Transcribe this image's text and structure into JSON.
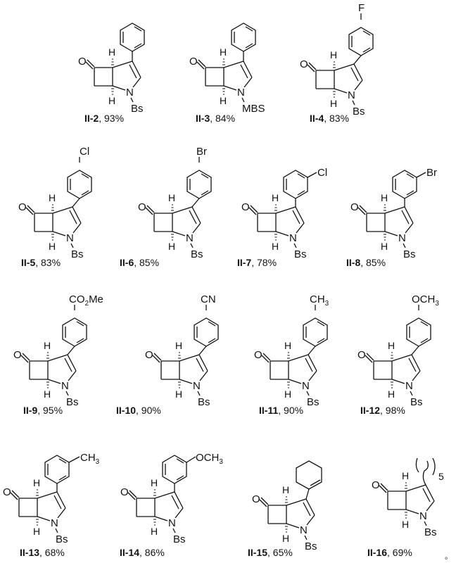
{
  "figure": {
    "core": {
      "ketone_atom": "O",
      "ring_fusion_h": "H",
      "nitrogen": "N",
      "n_protecting_group_default": "Bs"
    },
    "compounds": [
      {
        "id": "II-2",
        "yield": "93%",
        "substituent": "phenyl",
        "substituent_label": "",
        "n_group": "Bs"
      },
      {
        "id": "II-3",
        "yield": "84%",
        "substituent": "phenyl",
        "substituent_label": "",
        "n_group": "MBS"
      },
      {
        "id": "II-4",
        "yield": "83%",
        "substituent": "4-fluorophenyl",
        "substituent_label": "F",
        "n_group": "Bs"
      },
      {
        "id": "II-5",
        "yield": "83%",
        "substituent": "4-chlorophenyl",
        "substituent_label": "Cl",
        "n_group": "Bs"
      },
      {
        "id": "II-6",
        "yield": "85%",
        "substituent": "4-bromophenyl",
        "substituent_label": "Br",
        "n_group": "Bs"
      },
      {
        "id": "II-7",
        "yield": "78%",
        "substituent": "3-chlorophenyl",
        "substituent_label": "Cl",
        "n_group": "Bs"
      },
      {
        "id": "II-8",
        "yield": "85%",
        "substituent": "3-bromophenyl",
        "substituent_label": "Br",
        "n_group": "Bs"
      },
      {
        "id": "II-9",
        "yield": "95%",
        "substituent": "4-(methoxycarbonyl)phenyl",
        "substituent_label": "CO2Me",
        "n_group": "Bs"
      },
      {
        "id": "II-10",
        "yield": "90%",
        "substituent": "4-cyanophenyl",
        "substituent_label": "CN",
        "n_group": "Bs"
      },
      {
        "id": "II-11",
        "yield": "90%",
        "substituent": "4-methylphenyl",
        "substituent_label": "CH3",
        "n_group": "Bs"
      },
      {
        "id": "II-12",
        "yield": "98%",
        "substituent": "4-methoxyphenyl",
        "substituent_label": "OCH3",
        "n_group": "Bs"
      },
      {
        "id": "II-13",
        "yield": "68%",
        "substituent": "3-methylphenyl",
        "substituent_label": "CH3",
        "n_group": "Bs"
      },
      {
        "id": "II-14",
        "yield": "86%",
        "substituent": "3-methoxyphenyl",
        "substituent_label": "OCH3",
        "n_group": "Bs"
      },
      {
        "id": "II-15",
        "yield": "65%",
        "substituent": "cyclohex-1-enyl",
        "substituent_label": "",
        "n_group": "Bs"
      },
      {
        "id": "II-16",
        "yield": "69%",
        "substituent": "n-hexyl chain",
        "substituent_label": "5",
        "n_group": "Bs"
      }
    ],
    "trailing_mark": "。"
  }
}
